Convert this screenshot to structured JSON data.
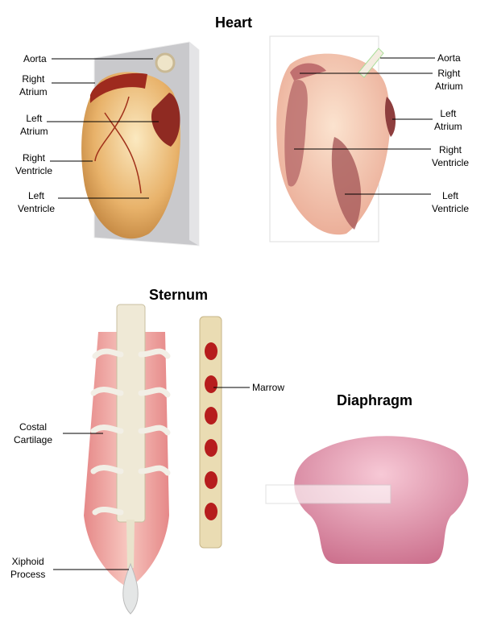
{
  "titles": {
    "heart": "Heart",
    "sternum": "Sternum",
    "diaphragm": "Diaphragm"
  },
  "heart_exterior": {
    "aorta": "Aorta",
    "right_atrium": [
      "Right",
      "Atrium"
    ],
    "left_atrium": [
      "Left",
      "Atrium"
    ],
    "right_ventricle": [
      "Right",
      "Ventricle"
    ],
    "left_ventricle": [
      "Left",
      "Ventricle"
    ]
  },
  "heart_interior": {
    "aorta": "Aorta",
    "right_atrium": [
      "Right",
      "Atrium"
    ],
    "left_atrium": [
      "Left",
      "Atrium"
    ],
    "right_ventricle": [
      "Right",
      "Ventricle"
    ],
    "left_ventricle": [
      "Left",
      "Ventricle"
    ]
  },
  "sternum": {
    "marrow": "Marrow",
    "costal_cartilage": [
      "Costal",
      "Cartilage"
    ],
    "xiphoid_process": [
      "Xiphoid",
      "Process"
    ]
  }
}
